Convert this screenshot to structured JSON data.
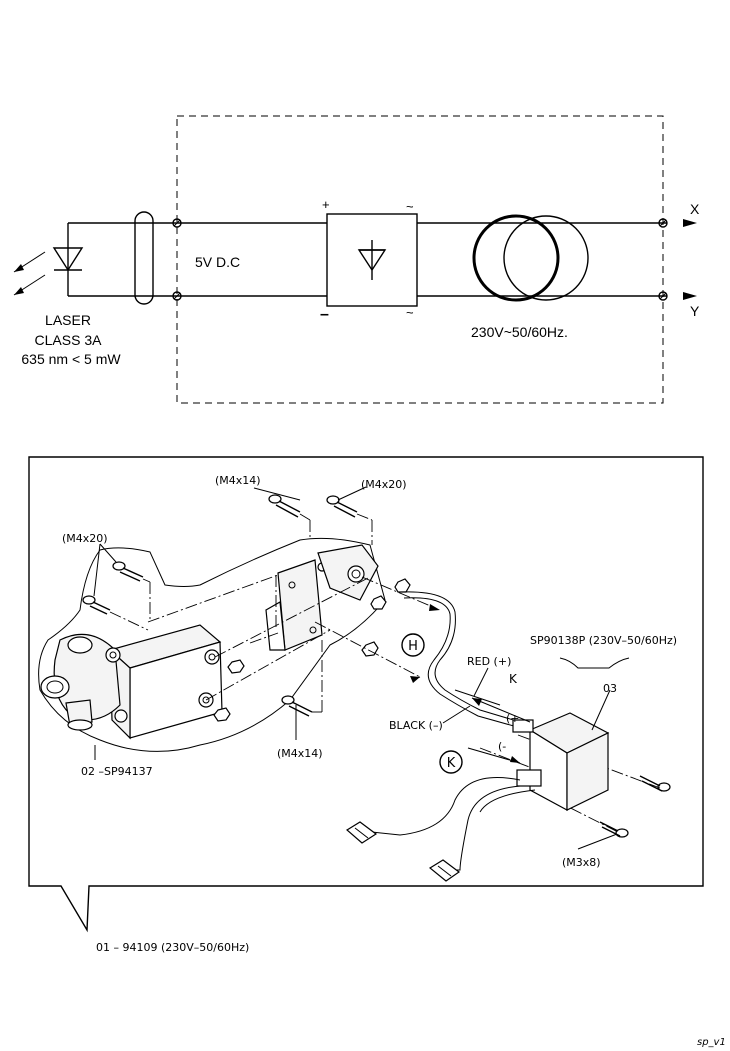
{
  "schematic": {
    "laser_label": [
      "LASER",
      "CLASS 3A",
      "635 nm < 5 mW"
    ],
    "voltage_dc": "5V D.C",
    "voltage_ac": "230V~50/60Hz.",
    "terminal_x": "X",
    "terminal_y": "Y",
    "rectifier_plus": "+",
    "rectifier_minus": "–",
    "rectifier_ac_top": "~",
    "rectifier_ac_bottom": "~"
  },
  "exploded_view": {
    "screw_m4x14_top": "(M4x14)",
    "screw_m4x20_top": "(M4x20)",
    "screw_m4x20_left": "(M4x20)",
    "screw_m4x14_bottom": "(M4x14)",
    "screw_m3x8": "(M3x8)",
    "callout_h": "H",
    "callout_k": "K",
    "arrow_k": "K",
    "transformer_part": "SP90138P (230V–50/60Hz)",
    "transformer_index": "03",
    "wire_red": "RED (+)",
    "wire_black": "BLACK (–)",
    "pol_plus": "(+",
    "pol_minus": "(-",
    "housing_part": "02 –SP94137",
    "assembly_part": "01  – 94109 (230V–50/60Hz)"
  },
  "footer": {
    "page_code": "sp_v1"
  }
}
